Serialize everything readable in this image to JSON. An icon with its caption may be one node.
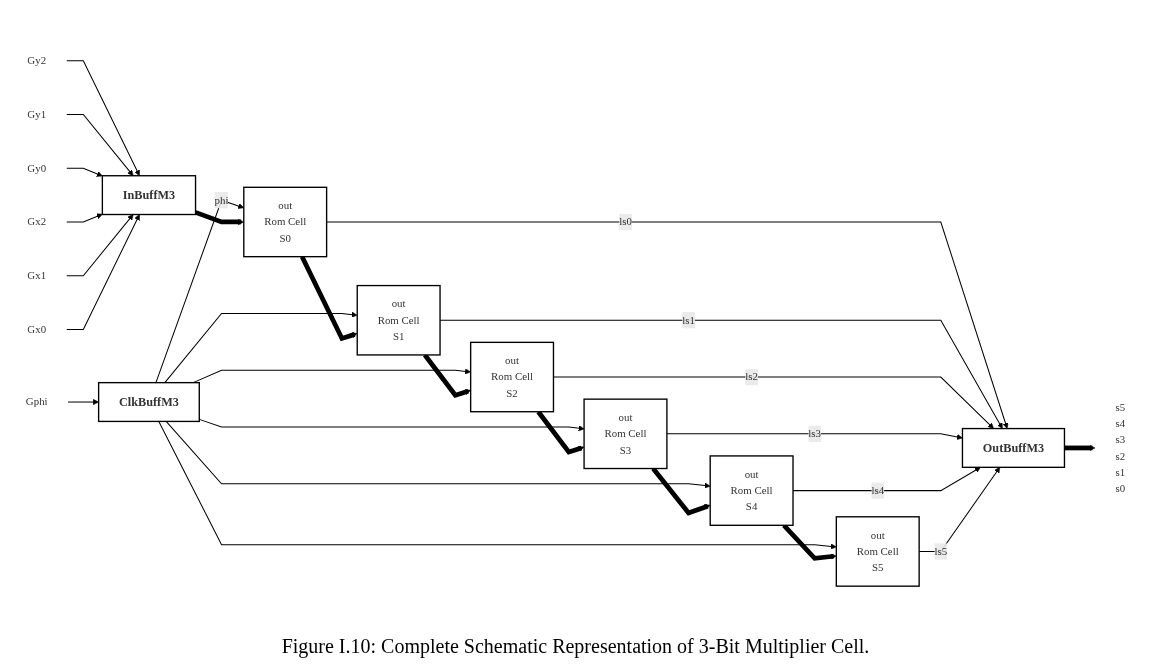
{
  "diagram": {
    "caption": "Figure I.10: Complete Schematic Representation of 3-Bit Multiplier Cell.",
    "nodes": [
      {
        "text": [
          "ClkBuffM3"
        ]
      },
      {
        "text": [
          "OutBuffM3"
        ]
      },
      {
        "text": [
          "InBuffM3"
        ]
      },
      {
        "text": [
          "out",
          "Rom Cell",
          "S0"
        ]
      },
      {
        "text": [
          "out",
          "Rom Cell",
          "S1"
        ]
      },
      {
        "text": [
          "out",
          "Rom Cell",
          "S2"
        ]
      },
      {
        "text": [
          "out",
          "Rom Cell",
          "S3"
        ]
      },
      {
        "text": [
          "out",
          "Rom Cell",
          "S4"
        ]
      },
      {
        "text": [
          "out",
          "Rom Cell",
          "S5"
        ]
      },
      {
        "text": [
          "Gphi"
        ]
      },
      {
        "text": [
          "Gy2"
        ]
      },
      {
        "text": [
          "Gy1"
        ]
      },
      {
        "text": [
          "Gy0"
        ]
      },
      {
        "text": [
          "Gx2"
        ]
      },
      {
        "text": [
          "Gx1"
        ]
      },
      {
        "text": [
          "Gx0"
        ]
      },
      {
        "text": [
          "s5",
          "s4",
          "s3",
          "s2",
          "s1",
          "s0"
        ]
      }
    ],
    "edges": [
      {
        "from": 9,
        "to": 0,
        "arrow": "to"
      },
      {
        "from": 0,
        "to": 3,
        "arrow": "to",
        "label": "phi"
      },
      {
        "from": 0,
        "to": 4,
        "arrow": "to"
      },
      {
        "from": 0,
        "to": 5,
        "arrow": "to"
      },
      {
        "from": 0,
        "to": 6,
        "arrow": "to"
      },
      {
        "from": 0,
        "to": 7,
        "arrow": "to"
      },
      {
        "from": 0,
        "to": 8,
        "arrow": "to"
      },
      {
        "from": 10,
        "to": 2,
        "arrow": "to"
      },
      {
        "from": 11,
        "to": 2,
        "arrow": "to"
      },
      {
        "from": 12,
        "to": 2,
        "arrow": "to"
      },
      {
        "from": 13,
        "to": 2,
        "arrow": "to"
      },
      {
        "from": 14,
        "to": 2,
        "arrow": "to"
      },
      {
        "from": 15,
        "to": 2,
        "arrow": "to"
      },
      {
        "from": 2,
        "to": 3,
        "arrow": "to",
        "style": "thick"
      },
      {
        "from": 3,
        "to": 4,
        "arrow": "to",
        "style": "thick"
      },
      {
        "from": 4,
        "to": 5,
        "arrow": "to",
        "style": "thick"
      },
      {
        "from": 5,
        "to": 6,
        "arrow": "to",
        "style": "thick"
      },
      {
        "from": 6,
        "to": 7,
        "arrow": "to",
        "style": "thick"
      },
      {
        "from": 7,
        "to": 8,
        "arrow": "to",
        "style": "thick"
      },
      {
        "from": 3,
        "to": 1,
        "arrow": "to",
        "label": "ls0"
      },
      {
        "from": 4,
        "to": 1,
        "arrow": "to",
        "label": "ls1"
      },
      {
        "from": 5,
        "to": 1,
        "arrow": "to",
        "label": "ls2"
      },
      {
        "from": 6,
        "to": 1,
        "arrow": "to",
        "label": "ls3"
      },
      {
        "from": 7,
        "to": 1,
        "arrow": "to",
        "label": "ls4"
      },
      {
        "from": 8,
        "to": 1,
        "arrow": "to",
        "label": "ls5"
      },
      {
        "from": 1,
        "to": 16,
        "arrow": "to",
        "style": "thick"
      }
    ]
  }
}
